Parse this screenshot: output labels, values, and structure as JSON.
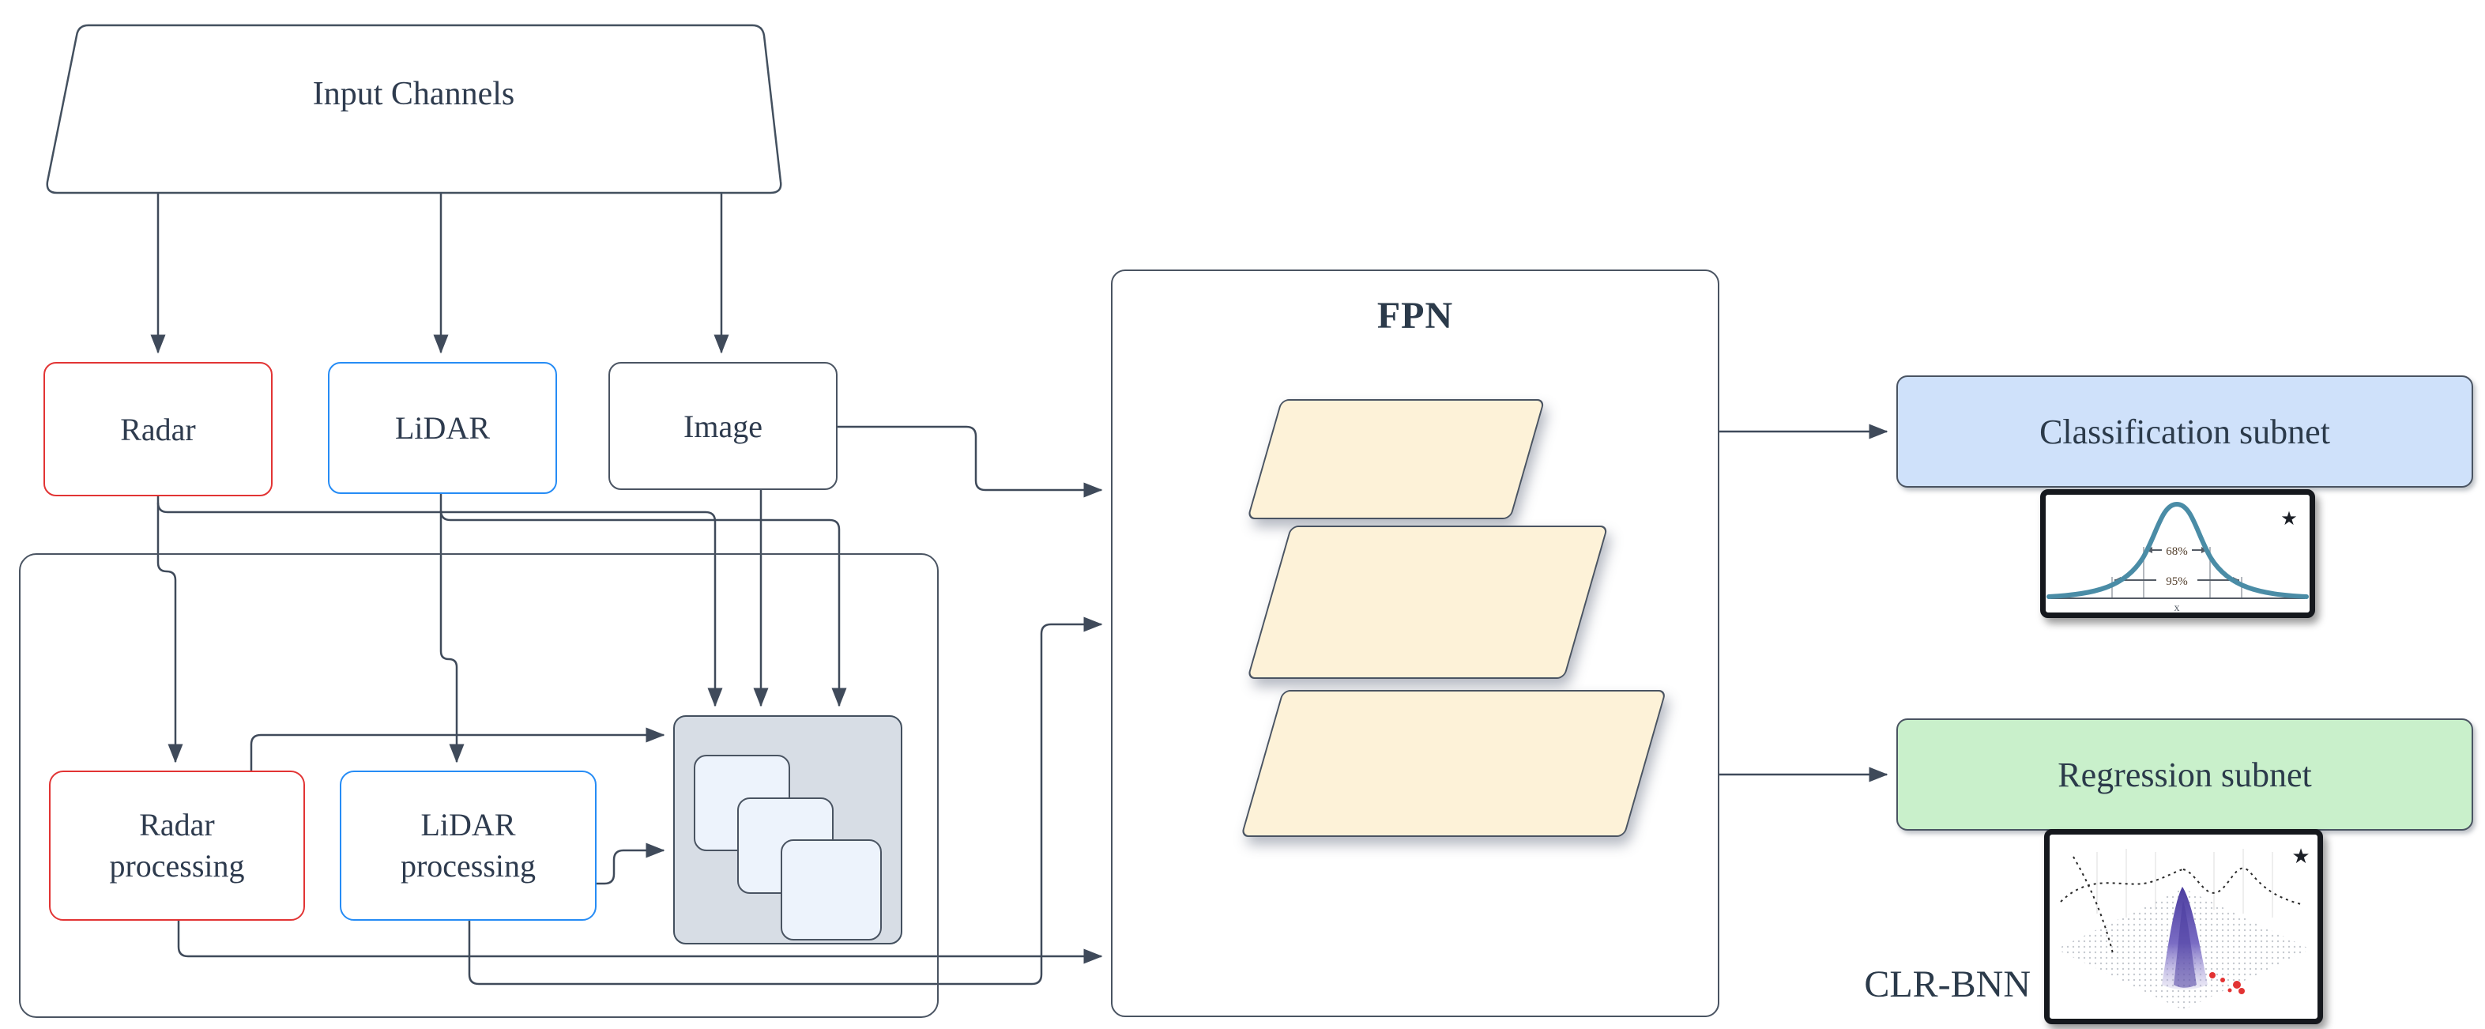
{
  "diagram": {
    "title_node": {
      "label": "Input Channels"
    },
    "sensors": [
      {
        "label": "Radar",
        "accent": "#e23434"
      },
      {
        "label": "LiDAR",
        "accent": "#268cf5"
      },
      {
        "label": "Image",
        "accent": "#4a5462"
      }
    ],
    "processing": [
      {
        "label": "Radar processing",
        "accent": "#e23434"
      },
      {
        "label": "LiDAR processing",
        "accent": "#268cf5"
      }
    ],
    "feature_stack": {
      "description": "stacked feature maps",
      "fill": "#d7dde5",
      "tile_fill": "#edf3fc"
    },
    "fpn": {
      "label": "FPN",
      "pyramid_fill": "#fdf2d8"
    },
    "subnets": [
      {
        "label": "Classification subnet",
        "fill": "#cfe1fa"
      },
      {
        "label": "Regression subnet",
        "fill": "#c9f0cb"
      }
    ],
    "model_label": "CLR-BNN",
    "gauss_figure": {
      "star": "★",
      "pct68": "68%",
      "pct95": "95%",
      "xaxis": "x",
      "curve_color": "#4a8ca6"
    },
    "surface_figure": {
      "star": "★",
      "peak_color": "#5b4ea8",
      "point_color": "#e23333"
    },
    "line_color": "#3f4a5a"
  }
}
